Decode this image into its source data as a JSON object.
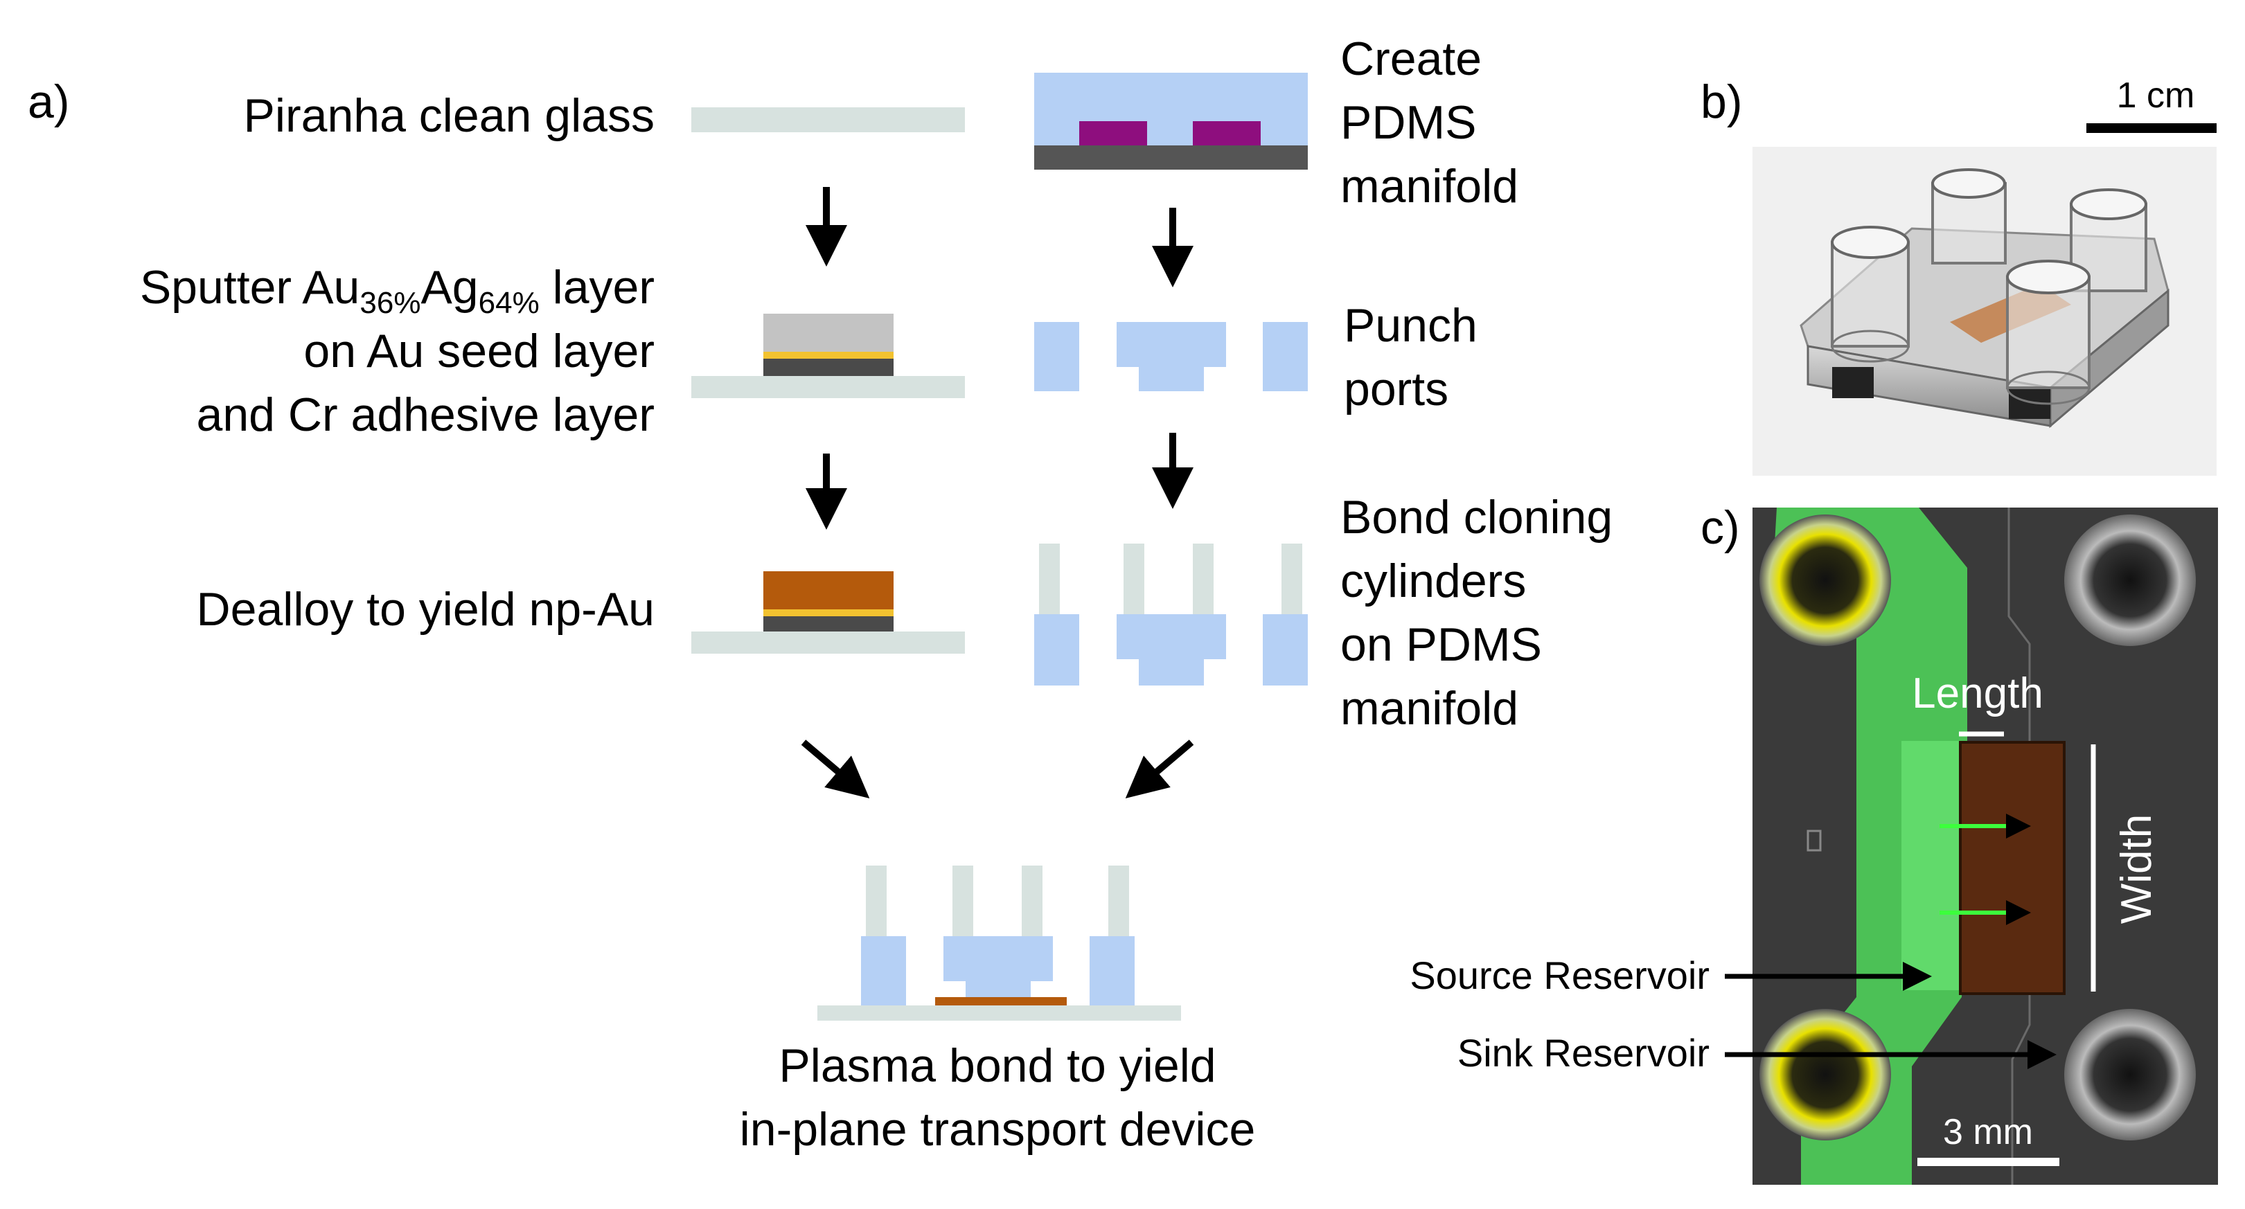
{
  "panels": {
    "a": "a)",
    "b": "b)",
    "c": "c)"
  },
  "steps_left": {
    "step1": "Piranha clean glass",
    "step2": {
      "line1_prefix": "Sputter Au",
      "sub1": "36%",
      "mid": "Ag",
      "sub2": "64%",
      "line1_suffix": " layer",
      "line2": "on Au seed layer",
      "line3": "and Cr adhesive layer"
    },
    "step3": "Dealloy to yield np-Au"
  },
  "steps_right": {
    "step1": [
      "Create",
      "PDMS",
      "manifold"
    ],
    "step2": [
      "Punch",
      "ports"
    ],
    "step3": [
      "Bond cloning",
      "cylinders",
      "on PDMS",
      "manifold"
    ]
  },
  "final_step": [
    "Plasma bond to yield",
    "in-plane transport device"
  ],
  "photo_b": {
    "scale_label": "1 cm"
  },
  "photo_c": {
    "length_label": "Length",
    "width_label": "Width",
    "scale_label": "3 mm",
    "source_label": "Source Reservoir",
    "sink_label": "Sink Reservoir"
  },
  "colors": {
    "glass": "#d7e2df",
    "pdms": "#b5d0f5",
    "wafer": "#555555",
    "photoresist": "#8e0e7e",
    "alloy_gray": "#c3c3c3",
    "gold_seed": "#f2c230",
    "chromium": "#4a4a4a",
    "np_gold": "#b45a0c",
    "fluorescent_green": "#4fd05a"
  }
}
